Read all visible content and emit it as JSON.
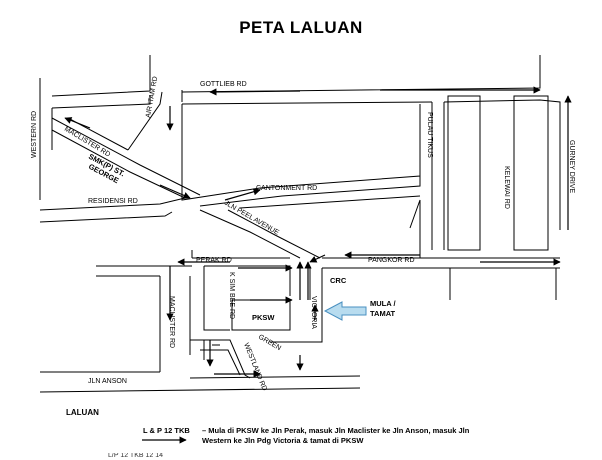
{
  "title": "PETA LALUAN",
  "roads": {
    "gottlieb": "GOTTLIEB RD",
    "western": "WESTERN RD",
    "maclister_upper": "MACLISTER RD",
    "air_itam": "AIR ITAM RD",
    "pulau_tikus": "PULAU TIKUS",
    "kelawai": "KELEWAI RD",
    "gurney": "GURNEY DRIVE",
    "cantonment": "CANTONMENT RD",
    "residensi": "RESIDENSI RD",
    "peel": "JLN PEEL AVENUE",
    "perak": "PERAK RD",
    "pangkor": "PANGKOR RD",
    "sim_bee": "K SIM BEE RD",
    "victoria": "VICTORIA",
    "maclister_lower": "MACLISTER RD",
    "green": "GREEN",
    "westland": "WESTLAND RD",
    "anson": "JLN ANSON"
  },
  "places": {
    "smk_line1": "SMK(P) ST.",
    "smk_line2": "GEORGE",
    "crc": "CRC",
    "pksw": "PKSW",
    "start_line1": "MULA /",
    "start_line2": "TAMAT"
  },
  "legend": {
    "title": "LALUAN",
    "route_name": "L & P 12 TKB",
    "route_description": "– Mula di PKSW ke Jln Perak, masuk Jln Maclister ke Jln Anson, masuk Jln Western ke Jln Pdg Victoria & tamat di PKSW",
    "cut_off_text": "L/P 12 TKB 12 14"
  },
  "colors": {
    "road_line": "#000000",
    "start_arrow_fill": "#b8dcef",
    "start_arrow_stroke": "#4a90c0"
  },
  "icons": {
    "start_marker": "arrow-left-icon",
    "legend_route": "arrow-right-icon"
  }
}
